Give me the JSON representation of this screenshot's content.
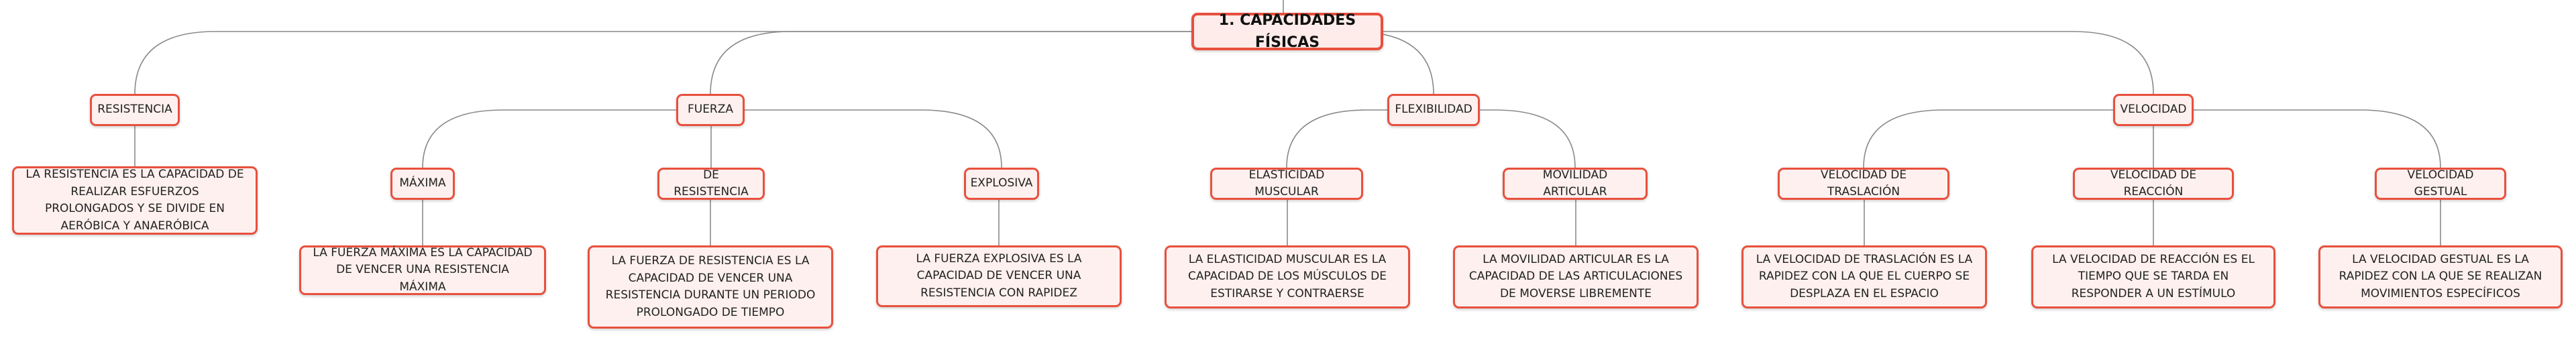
{
  "diagram": {
    "root": "1. CAPACIDADES FÍSICAS",
    "categories": {
      "resistencia": "RESISTENCIA",
      "fuerza": "FUERZA",
      "flexibilidad": "FLEXIBILIDAD",
      "velocidad": "VELOCIDAD"
    },
    "subtypes": {
      "maxima": "MÁXIMA",
      "de_resistencia": "DE RESISTENCIA",
      "explosiva": "EXPLOSIVA",
      "elasticidad": "ELASTICIDAD MUSCULAR",
      "movilidad": "MOVILIDAD ARTICULAR",
      "traslacion": "VELOCIDAD DE TRASLACIÓN",
      "reaccion": "VELOCIDAD DE REACCIÓN",
      "gestual": "VELOCIDAD GESTUAL"
    },
    "descriptions": {
      "resistencia": "LA RESISTENCIA ES LA CAPACIDAD DE REALIZAR ESFUERZOS PROLONGADOS Y SE DIVIDE EN AERÓBICA Y ANAERÓBICA",
      "maxima": "LA FUERZA MÁXIMA ES LA CAPACIDAD DE VENCER UNA RESISTENCIA MÁXIMA",
      "de_resistencia": "LA FUERZA DE RESISTENCIA ES LA CAPACIDAD DE VENCER UNA RESISTENCIA DURANTE UN PERIODO PROLONGADO DE TIEMPO",
      "explosiva": "LA FUERZA EXPLOSIVA ES LA CAPACIDAD DE VENCER UNA RESISTENCIA CON RAPIDEZ",
      "elasticidad": "LA ELASTICIDAD MUSCULAR ES LA CAPACIDAD DE LOS MÚSCULOS DE ESTIRARSE Y CONTRAERSE",
      "movilidad": "LA MOVILIDAD ARTICULAR ES LA CAPACIDAD DE LAS ARTICULACIONES DE MOVERSE LIBREMENTE",
      "traslacion": "LA VELOCIDAD DE TRASLACIÓN ES LA RAPIDEZ CON LA QUE EL CUERPO SE DESPLAZA EN EL ESPACIO",
      "reaccion": "LA VELOCIDAD DE REACCIÓN ES EL TIEMPO QUE SE TARDA EN RESPONDER A UN ESTÍMULO",
      "gestual": "LA VELOCIDAD GESTUAL ES LA RAPIDEZ CON LA QUE SE REALIZAN MOVIMIENTOS ESPECÍFICOS"
    },
    "colors": {
      "border": "#e8503d",
      "fill": "#fdf0ee",
      "connector": "#8a8a8a",
      "text": "#222222"
    }
  }
}
